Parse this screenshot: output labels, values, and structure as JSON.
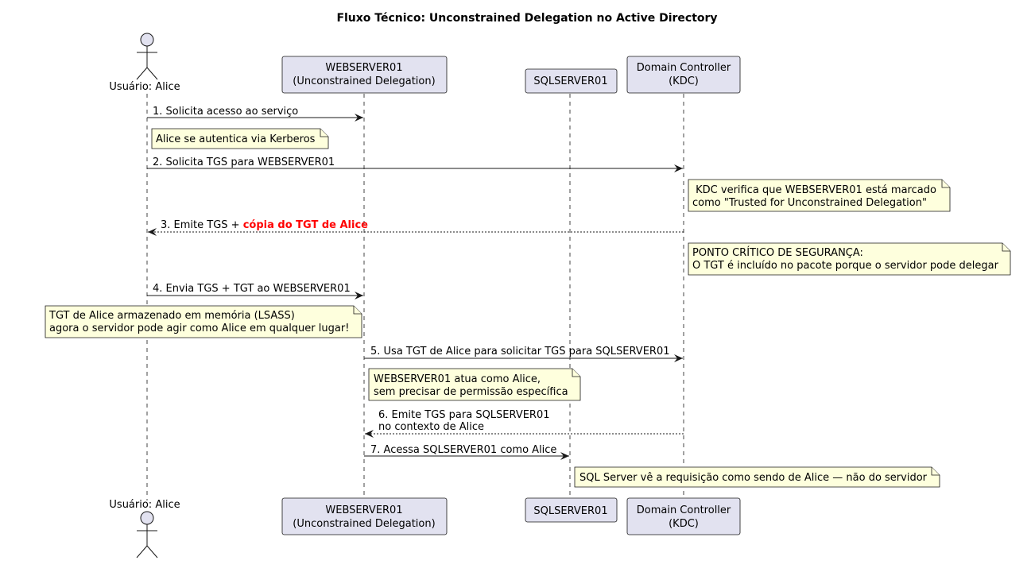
{
  "title": "Fluxo Técnico: Unconstrained Delegation no Active Directory",
  "participants": [
    {
      "id": "alice",
      "kind": "actor",
      "label": "Usuário: Alice"
    },
    {
      "id": "web",
      "kind": "participant",
      "label_lines": [
        "WEBSERVER01",
        "(Unconstrained Delegation)"
      ]
    },
    {
      "id": "sql",
      "kind": "participant",
      "label_lines": [
        "SQLSERVER01"
      ]
    },
    {
      "id": "dc",
      "kind": "participant",
      "label_lines": [
        "Domain Controller",
        "(KDC)"
      ]
    }
  ],
  "messages": [
    {
      "from": "alice",
      "to": "web",
      "style": "solid",
      "lines": [
        "1. Solicita acesso ao serviço"
      ]
    },
    {
      "from": "alice",
      "to": "dc",
      "style": "solid",
      "lines": [
        "2. Solicita TGS para WEBSERVER01"
      ]
    },
    {
      "from": "dc",
      "to": "alice",
      "style": "dashed",
      "lines": [
        "3. Emite TGS + "
      ],
      "highlight": "cópia do TGT de Alice"
    },
    {
      "from": "alice",
      "to": "web",
      "style": "solid",
      "lines": [
        "4. Envia TGS + TGT ao WEBSERVER01"
      ]
    },
    {
      "from": "web",
      "to": "dc",
      "style": "solid",
      "lines": [
        "5. Usa TGT de Alice para solicitar TGS para SQLSERVER01"
      ]
    },
    {
      "from": "dc",
      "to": "web",
      "style": "dashed",
      "lines": [
        "6. Emite TGS para SQLSERVER01",
        "no contexto de Alice"
      ]
    },
    {
      "from": "web",
      "to": "sql",
      "style": "solid",
      "lines": [
        "7. Acessa SQLSERVER01 como Alice"
      ]
    }
  ],
  "notes": [
    {
      "lines": [
        "Alice se autentica via Kerberos"
      ]
    },
    {
      "lines": [
        " KDC verifica que WEBSERVER01 está marcado",
        "como \"Trusted for Unconstrained Delegation\""
      ]
    },
    {
      "lines": [
        "PONTO CRÍTICO DE SEGURANÇA:",
        "O TGT é incluído no pacote porque o servidor pode delegar"
      ]
    },
    {
      "lines": [
        "TGT de Alice armazenado em memória (LSASS)",
        "agora o servidor pode agir como Alice em qualquer lugar!"
      ]
    },
    {
      "lines": [
        "WEBSERVER01 atua como Alice,",
        "sem precisar de permissão específica"
      ]
    },
    {
      "lines": [
        "SQL Server vê a requisição como sendo de Alice — não do servidor"
      ]
    }
  ],
  "colors": {
    "participant_fill": "#E2E2F0",
    "note_fill": "#FEFFDD",
    "line": "#181818",
    "highlight": "#FF0000"
  }
}
